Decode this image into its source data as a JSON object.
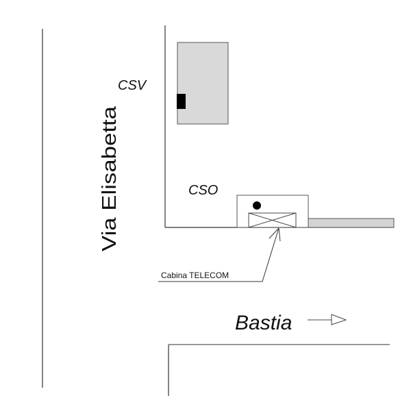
{
  "labels": {
    "street": "Via Elisabetta",
    "csv": "CSV",
    "cso": "CSO",
    "cabina": "Cabina TELECOM",
    "direction": "Bastia"
  },
  "colors": {
    "line": "#222222",
    "building_fill": "#d9d9d9",
    "marker": "#000000"
  }
}
